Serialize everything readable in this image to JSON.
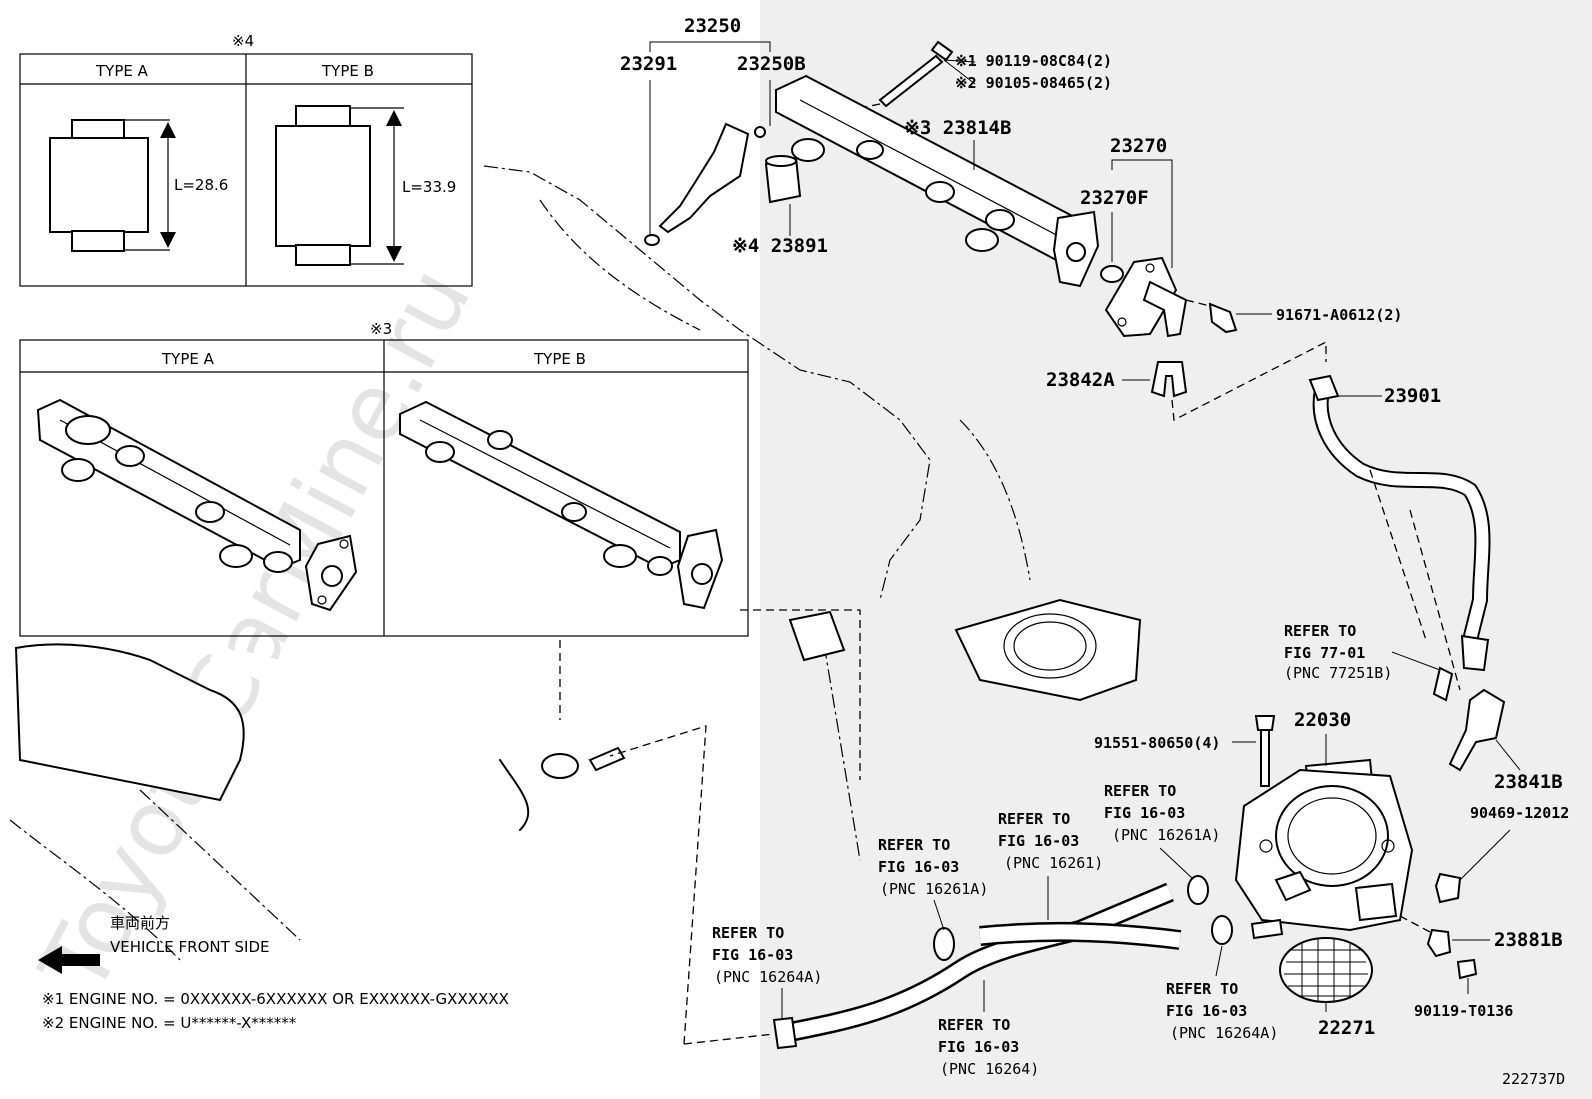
{
  "watermark": "ToyotaCarMine.ru",
  "box4": {
    "mark": "※4",
    "type_a": {
      "title": "TYPE A",
      "length": "L=28.6"
    },
    "type_b": {
      "title": "TYPE B",
      "length": "L=33.9"
    }
  },
  "box3": {
    "mark": "※3",
    "type_a": {
      "title": "TYPE A"
    },
    "type_b": {
      "title": "TYPE B"
    }
  },
  "parts": {
    "p23250": "23250",
    "p23291": "23291",
    "p23250B": "23250B",
    "p90119_08C84": "※1 90119-08C84(2)",
    "p90105_08465": "※2 90105-08465(2)",
    "p23814B": "※3 23814B",
    "p23891": "※4 23891",
    "p23270": "23270",
    "p23270F": "23270F",
    "p91671": "91671-A0612(2)",
    "p23842A": "23842A",
    "p23901": "23901",
    "p22030": "22030",
    "p91551": "91551-80650(4)",
    "p23841B": "23841B",
    "p90469": "90469-12012",
    "p23881B": "23881B",
    "p90119_T0136": "90119-T0136",
    "p22271": "22271"
  },
  "refs": {
    "r77": {
      "line1": "REFER TO",
      "line2": "FIG 77-01",
      "line3": "(PNC 77251B)"
    },
    "r16261A_top": {
      "line1": "REFER TO",
      "line2": "FIG 16-03",
      "line3": "(PNC 16261A)"
    },
    "r16261": {
      "line1": "REFER TO",
      "line2": "FIG 16-03",
      "line3": "(PNC 16261)"
    },
    "r16261A_left": {
      "line1": "REFER TO",
      "line2": "FIG 16-03",
      "line3": "(PNC 16261A)"
    },
    "r16264A_left": {
      "line1": "REFER TO",
      "line2": "FIG 16-03",
      "line3": "(PNC 16264A)"
    },
    "r16264": {
      "line1": "REFER TO",
      "line2": "FIG 16-03",
      "line3": "(PNC 16264)"
    },
    "r16264A_right": {
      "line1": "REFER TO",
      "line2": "FIG 16-03",
      "line3": "(PNC 16264A)"
    }
  },
  "vehicle_front": {
    "jp": "車両前方",
    "en": "VEHICLE FRONT SIDE"
  },
  "notes": {
    "n1": "※1 ENGINE NO. = 0XXXXXX-6XXXXXX OR EXXXXXX-GXXXXXX",
    "n2": "※2 ENGINE NO. = U******-X******"
  },
  "figure_id": "222737D"
}
